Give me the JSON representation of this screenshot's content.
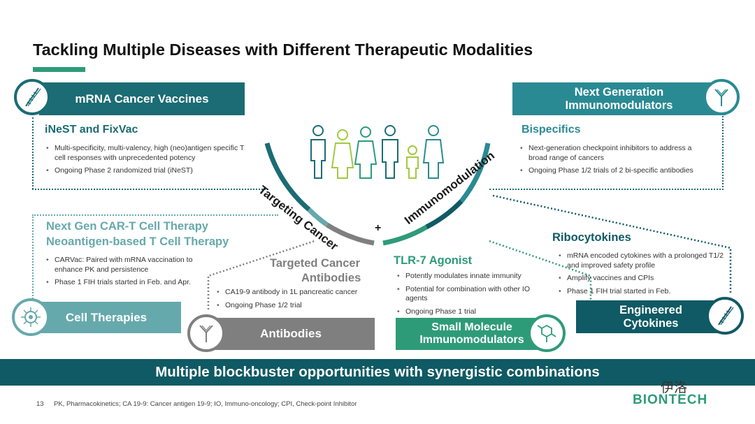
{
  "slide": {
    "title": "Tackling Multiple Diseases with Different Therapeutic Modalities",
    "page_number": "13",
    "footnote": "PK, Pharmacokinetics; CA 19-9: Cancer antigen 19-9; IO, Immuno-oncology; CPI, Check-point Inhibitor",
    "banner": "Multiple blockbuster opportunities with synergistic combinations",
    "logo": "BIONTECH",
    "watermark": "伊洛"
  },
  "center": {
    "arc_left": "Targeting Cancer",
    "arc_right": "Immunomodulation",
    "plus": "+"
  },
  "mrna": {
    "box": "mRNA Cancer Vaccines",
    "heading": "iNeST and FixVac",
    "bullets": [
      "Multi-specificity, multi-valency, high (neo)antigen specific T cell responses with unprecedented potency",
      "Ongoing Phase 2 randomized trial (iNeST)"
    ],
    "icon": "mrna-strand-icon"
  },
  "nextgen": {
    "box": "Next Generation Immunomodulators",
    "heading": "Bispecifics",
    "bullets": [
      "Next-generation checkpoint inhibitors to address a broad range of cancers",
      "Ongoing Phase 1/2 trials of 2 bi-specific antibodies"
    ],
    "icon": "antibody-icon"
  },
  "cell": {
    "heading1": "Next Gen CAR-T Cell Therapy",
    "heading2": "Neoantigen-based T Cell Therapy",
    "bullets": [
      "CARVac: Paired with mRNA vaccination to enhance PK and persistence",
      "Phase 1 FIH trials started in Feb. and Apr."
    ],
    "box": "Cell Therapies",
    "icon": "cell-icon"
  },
  "antibodies": {
    "heading1": "Targeted Cancer",
    "heading2": "Antibodies",
    "bullets": [
      "CA19-9 antibody in 1L pancreatic cancer",
      "Ongoing Phase 1/2 trial"
    ],
    "box": "Antibodies",
    "icon": "antibody-icon"
  },
  "tlr7": {
    "heading": "TLR-7 Agonist",
    "bullets": [
      "Potently modulates innate immunity",
      "Potential for combination with other IO agents",
      "Ongoing Phase 1 trial"
    ],
    "box": "Small Molecule Immunomodulators",
    "icon": "molecule-icon"
  },
  "ribo": {
    "heading": "Ribocytokines",
    "bullets": [
      "mRNA encoded cytokines with a prolonged T1/2 and improved safety profile",
      "Amplify vaccines and CPIs",
      "Phase 1 FIH trial started in Feb."
    ],
    "box": "Engineered Cytokines",
    "icon": "mrna-strand-icon"
  }
}
